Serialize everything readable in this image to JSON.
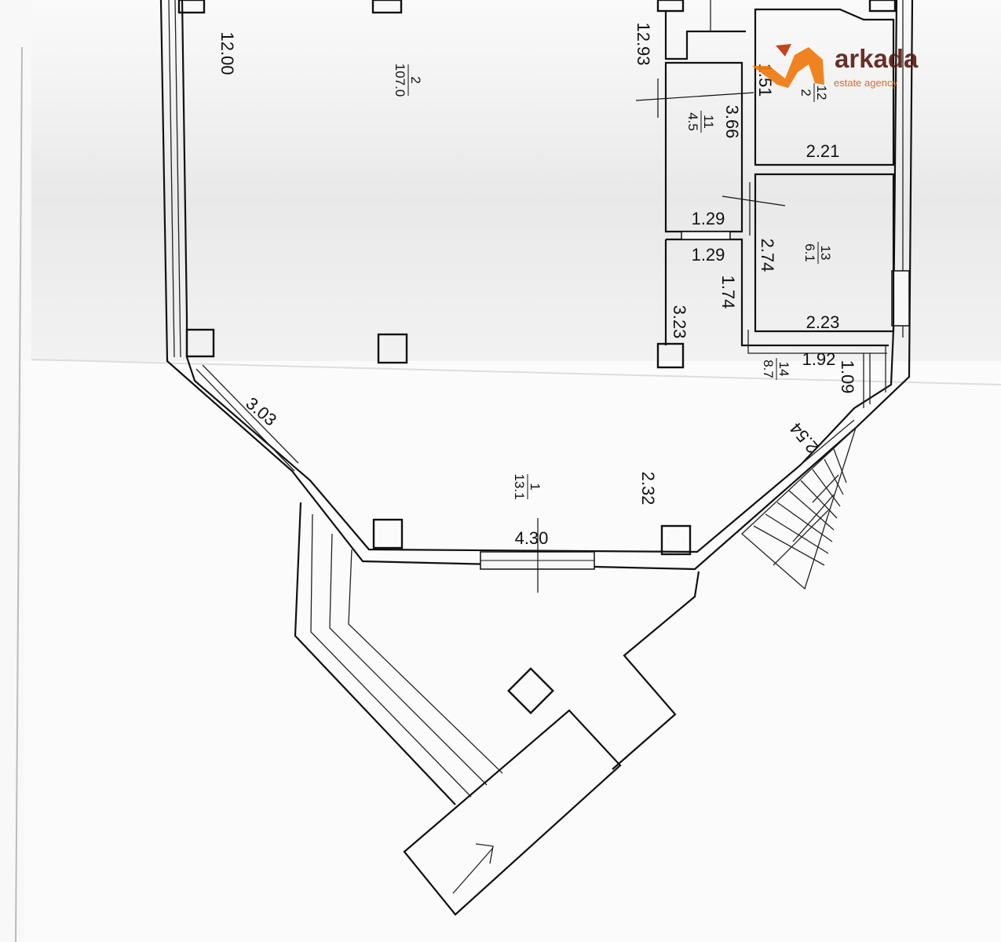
{
  "logo": {
    "name": "arkada",
    "tagline": "estate agency",
    "colors": {
      "primary": "#5b1f16",
      "accent": "#f07a10"
    }
  },
  "rooms": [
    {
      "id": "room-2",
      "number": "2",
      "area": "107.0"
    },
    {
      "id": "room-11",
      "number": "11",
      "area": "4.5"
    },
    {
      "id": "room-12",
      "number": "12",
      "area": "2"
    },
    {
      "id": "room-13",
      "number": "13",
      "area": "6.1"
    },
    {
      "id": "room-14",
      "number": "14",
      "area": "8.7"
    },
    {
      "id": "room-1",
      "number": "1",
      "area": "13.1"
    }
  ],
  "dimensions": {
    "d1200": "12.00",
    "d1293": "12.93",
    "d366": "3.66",
    "d221": "2.21",
    "d151": "1.51",
    "d129a": "1.29",
    "d129b": "1.29",
    "d274": "2.74",
    "d174": "1.74",
    "d323": "3.23",
    "d223": "2.23",
    "d192": "1.92",
    "d109": "1.09",
    "d303": "3.03",
    "d254": "2.54",
    "d232": "2.32",
    "d430": "4.30"
  }
}
